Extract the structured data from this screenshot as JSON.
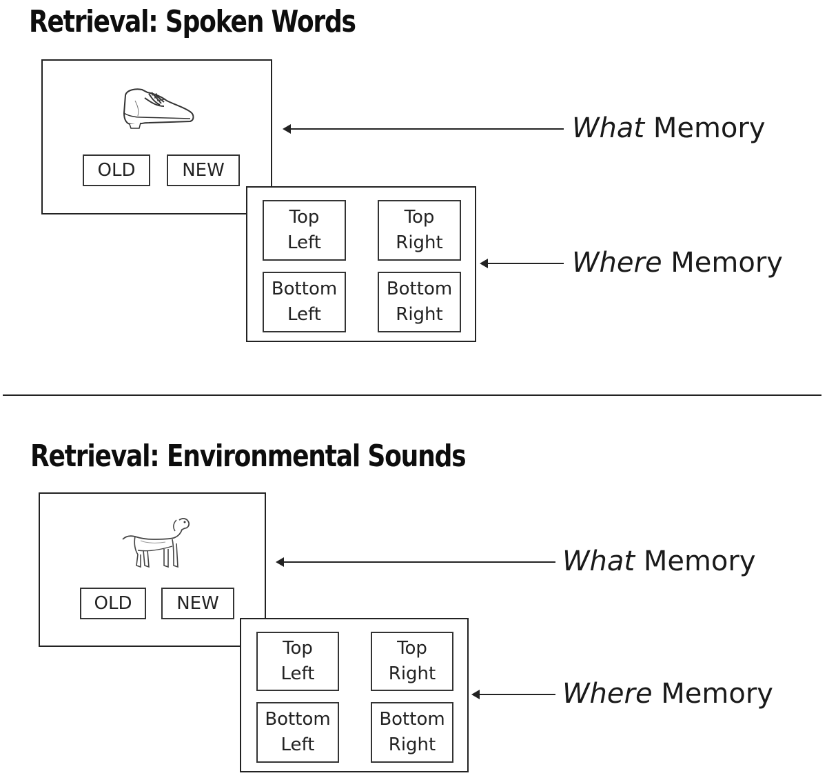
{
  "panels": [
    {
      "title": "Retrieval: Spoken Words",
      "picture": "shoe-icon",
      "old_label": "OLD",
      "new_label": "NEW",
      "locations": [
        {
          "line1": "Top",
          "line2": "Left"
        },
        {
          "line1": "Top",
          "line2": "Right"
        },
        {
          "line1": "Bottom",
          "line2": "Left"
        },
        {
          "line1": "Bottom",
          "line2": "Right"
        }
      ],
      "what_label": {
        "italic": "What",
        "rest": "Memory"
      },
      "where_label": {
        "italic": "Where",
        "rest": "Memory"
      }
    },
    {
      "title": "Retrieval: Environmental Sounds",
      "picture": "dog-icon",
      "old_label": "OLD",
      "new_label": "NEW",
      "locations": [
        {
          "line1": "Top",
          "line2": "Left"
        },
        {
          "line1": "Top",
          "line2": "Right"
        },
        {
          "line1": "Bottom",
          "line2": "Left"
        },
        {
          "line1": "Bottom",
          "line2": "Right"
        }
      ],
      "what_label": {
        "italic": "What",
        "rest": "Memory"
      },
      "where_label": {
        "italic": "Where",
        "rest": "Memory"
      }
    }
  ]
}
